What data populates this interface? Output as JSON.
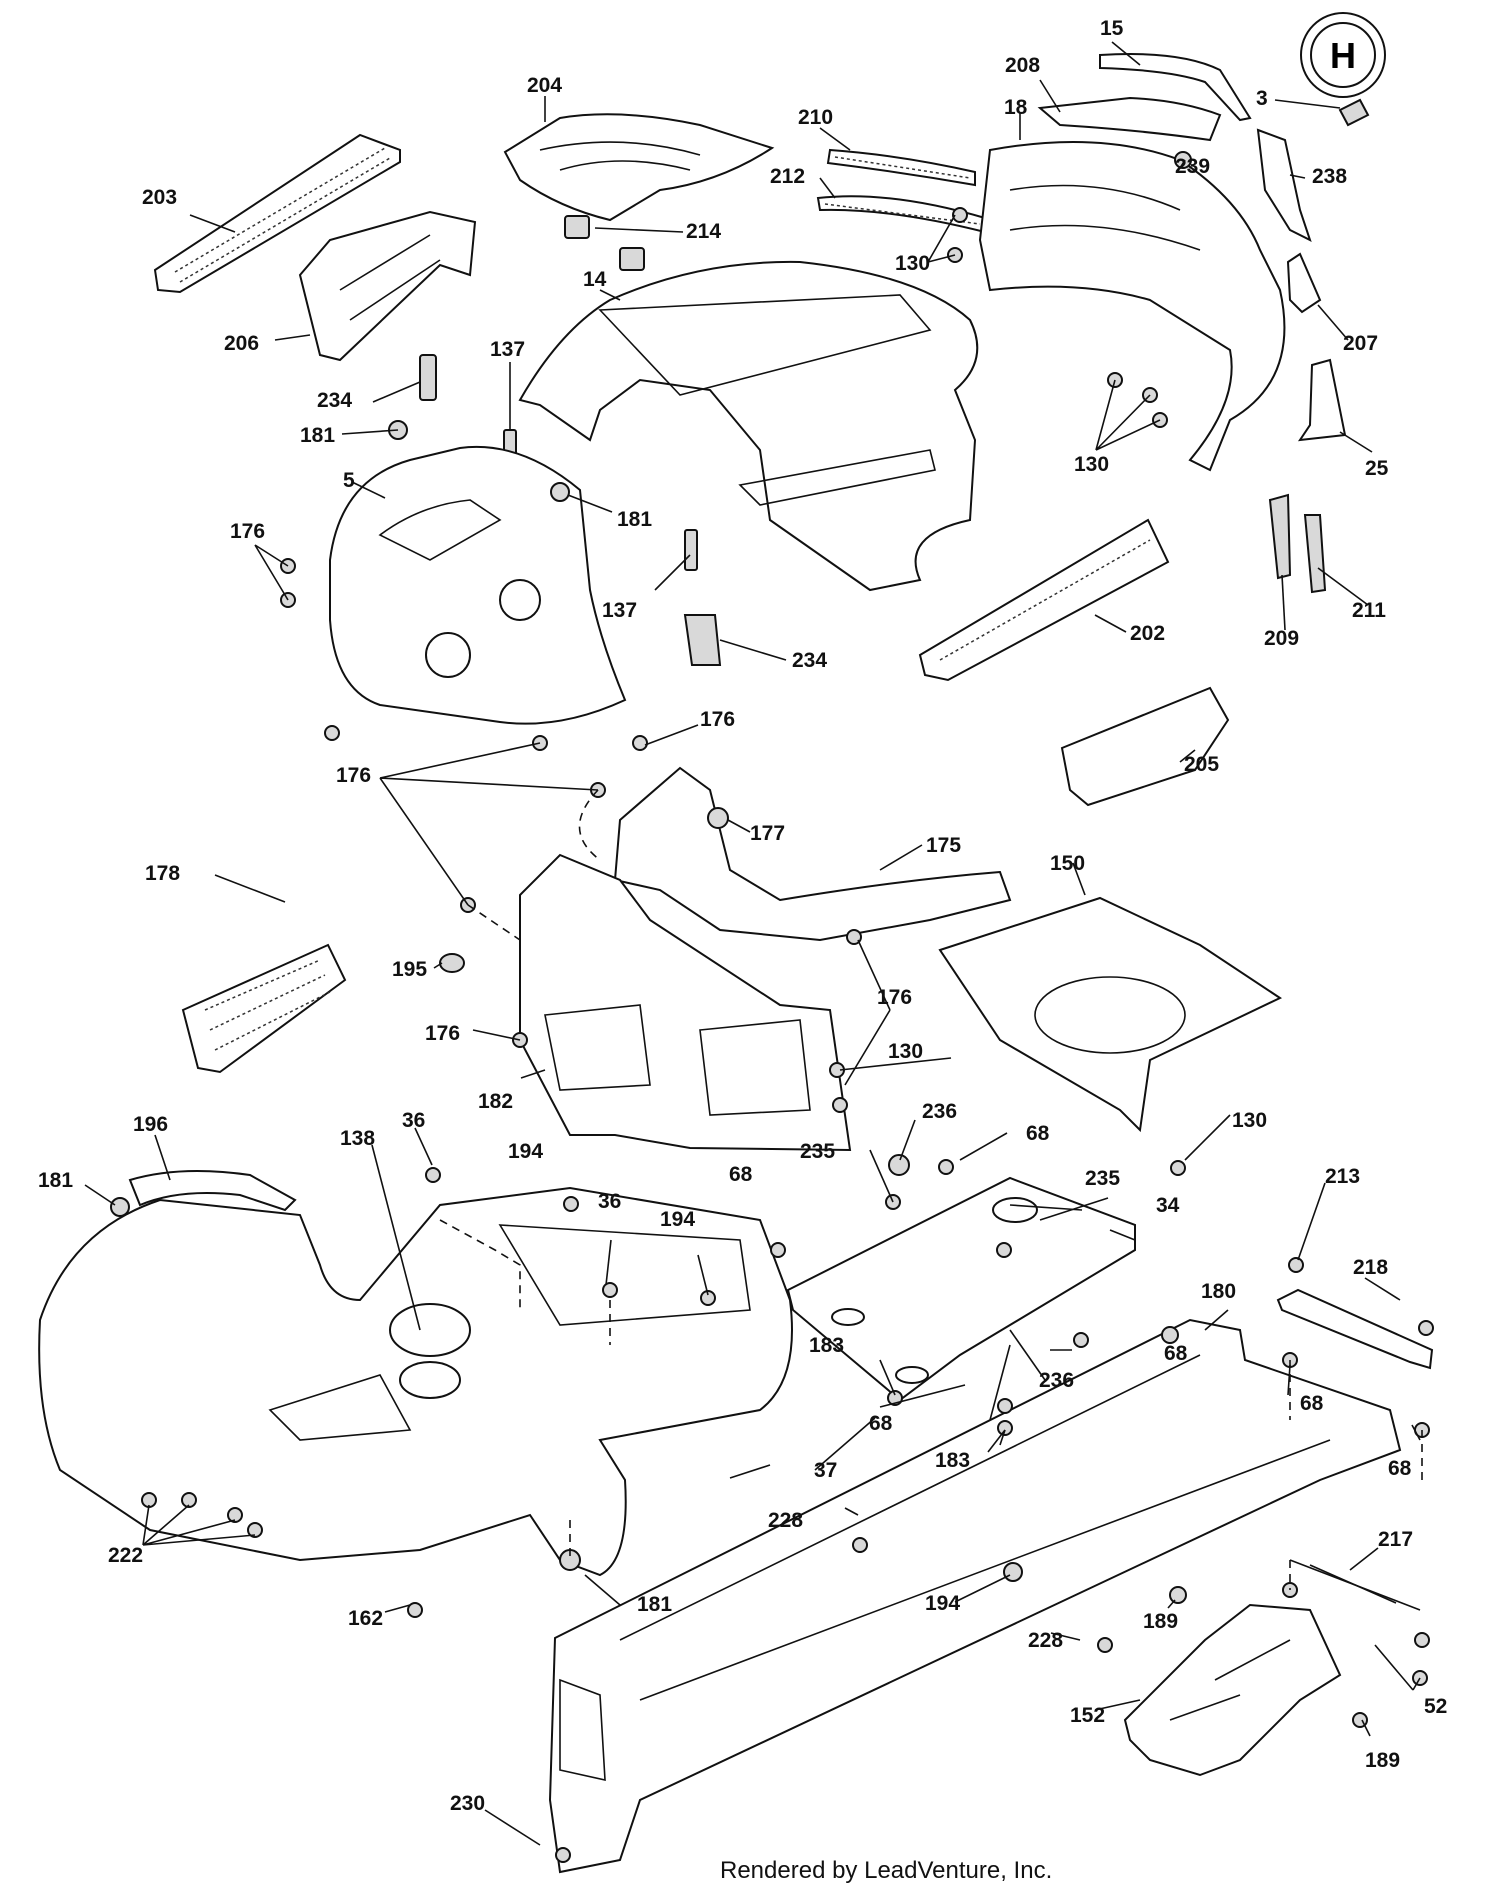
{
  "credit": "Rendered by LeadVenture, Inc.",
  "logo_letter": "H",
  "callouts": [
    {
      "id": "c15",
      "label": "15"
    },
    {
      "id": "c208",
      "label": "208"
    },
    {
      "id": "c3",
      "label": "3"
    },
    {
      "id": "c204",
      "label": "204"
    },
    {
      "id": "c210",
      "label": "210"
    },
    {
      "id": "c18",
      "label": "18"
    },
    {
      "id": "c239",
      "label": "239"
    },
    {
      "id": "c238",
      "label": "238"
    },
    {
      "id": "c212",
      "label": "212"
    },
    {
      "id": "c203",
      "label": "203"
    },
    {
      "id": "c214",
      "label": "214"
    },
    {
      "id": "c130a",
      "label": "130"
    },
    {
      "id": "c14",
      "label": "14"
    },
    {
      "id": "c206",
      "label": "206"
    },
    {
      "id": "c207",
      "label": "207"
    },
    {
      "id": "c137a",
      "label": "137"
    },
    {
      "id": "c234a",
      "label": "234"
    },
    {
      "id": "c130b",
      "label": "130"
    },
    {
      "id": "c181a",
      "label": "181"
    },
    {
      "id": "c25",
      "label": "25"
    },
    {
      "id": "c5",
      "label": "5"
    },
    {
      "id": "c181b",
      "label": "181"
    },
    {
      "id": "c176a",
      "label": "176"
    },
    {
      "id": "c137b",
      "label": "137"
    },
    {
      "id": "c211",
      "label": "211"
    },
    {
      "id": "c202",
      "label": "202"
    },
    {
      "id": "c209",
      "label": "209"
    },
    {
      "id": "c234b",
      "label": "234"
    },
    {
      "id": "c176b",
      "label": "176"
    },
    {
      "id": "c205",
      "label": "205"
    },
    {
      "id": "c176c",
      "label": "176"
    },
    {
      "id": "c177",
      "label": "177"
    },
    {
      "id": "c175",
      "label": "175"
    },
    {
      "id": "c178",
      "label": "178"
    },
    {
      "id": "c150",
      "label": "150"
    },
    {
      "id": "c195",
      "label": "195"
    },
    {
      "id": "c176d",
      "label": "176"
    },
    {
      "id": "c176e",
      "label": "176"
    },
    {
      "id": "c130c",
      "label": "130"
    },
    {
      "id": "c182",
      "label": "182"
    },
    {
      "id": "c130d",
      "label": "130"
    },
    {
      "id": "c196",
      "label": "196"
    },
    {
      "id": "c138",
      "label": "138"
    },
    {
      "id": "c36a",
      "label": "36"
    },
    {
      "id": "c236a",
      "label": "236"
    },
    {
      "id": "c68a",
      "label": "68"
    },
    {
      "id": "c235a",
      "label": "235"
    },
    {
      "id": "c194a",
      "label": "194"
    },
    {
      "id": "c181c",
      "label": "181"
    },
    {
      "id": "c36b",
      "label": "36"
    },
    {
      "id": "c68b",
      "label": "68"
    },
    {
      "id": "c235b",
      "label": "235"
    },
    {
      "id": "c213",
      "label": "213"
    },
    {
      "id": "c194b",
      "label": "194"
    },
    {
      "id": "c34",
      "label": "34"
    },
    {
      "id": "c218",
      "label": "218"
    },
    {
      "id": "c180",
      "label": "180"
    },
    {
      "id": "c183a",
      "label": "183"
    },
    {
      "id": "c68c",
      "label": "68"
    },
    {
      "id": "c236b",
      "label": "236"
    },
    {
      "id": "c68d",
      "label": "68"
    },
    {
      "id": "c68e",
      "label": "68"
    },
    {
      "id": "c183b",
      "label": "183"
    },
    {
      "id": "c37",
      "label": "37"
    },
    {
      "id": "c68f",
      "label": "68"
    },
    {
      "id": "c228a",
      "label": "228"
    },
    {
      "id": "c222",
      "label": "222"
    },
    {
      "id": "c217",
      "label": "217"
    },
    {
      "id": "c194c",
      "label": "194"
    },
    {
      "id": "c162",
      "label": "162"
    },
    {
      "id": "c181d",
      "label": "181"
    },
    {
      "id": "c189a",
      "label": "189"
    },
    {
      "id": "c228b",
      "label": "228"
    },
    {
      "id": "c52",
      "label": "52"
    },
    {
      "id": "c152",
      "label": "152"
    },
    {
      "id": "c189b",
      "label": "189"
    },
    {
      "id": "c230",
      "label": "230"
    }
  ]
}
